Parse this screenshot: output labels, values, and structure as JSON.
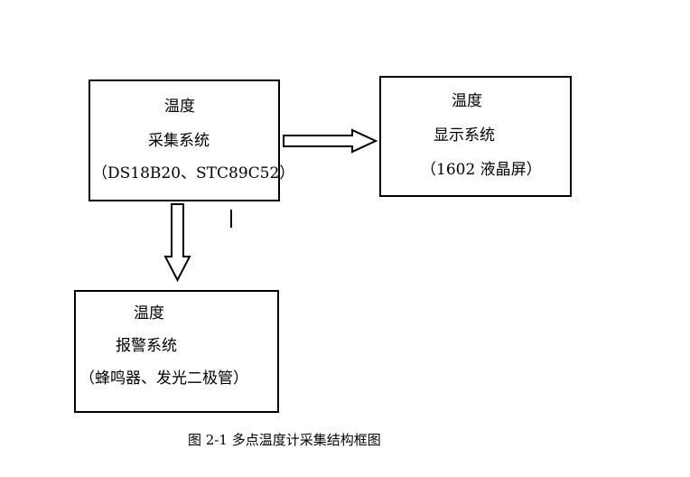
{
  "diagram": {
    "acquisition": {
      "line1": "温度",
      "line2": "采集系统",
      "line3": "（DS18B20、STC89C52）"
    },
    "display": {
      "line1": "温度",
      "line2": "显示系统",
      "line3": "（1602 液晶屏）"
    },
    "alarm": {
      "line1": "温度",
      "line2": "报警系统",
      "line3": "（蜂鸣器、发光二极管）"
    },
    "caption": "图 2-1  多点温度计采集结构框图"
  }
}
